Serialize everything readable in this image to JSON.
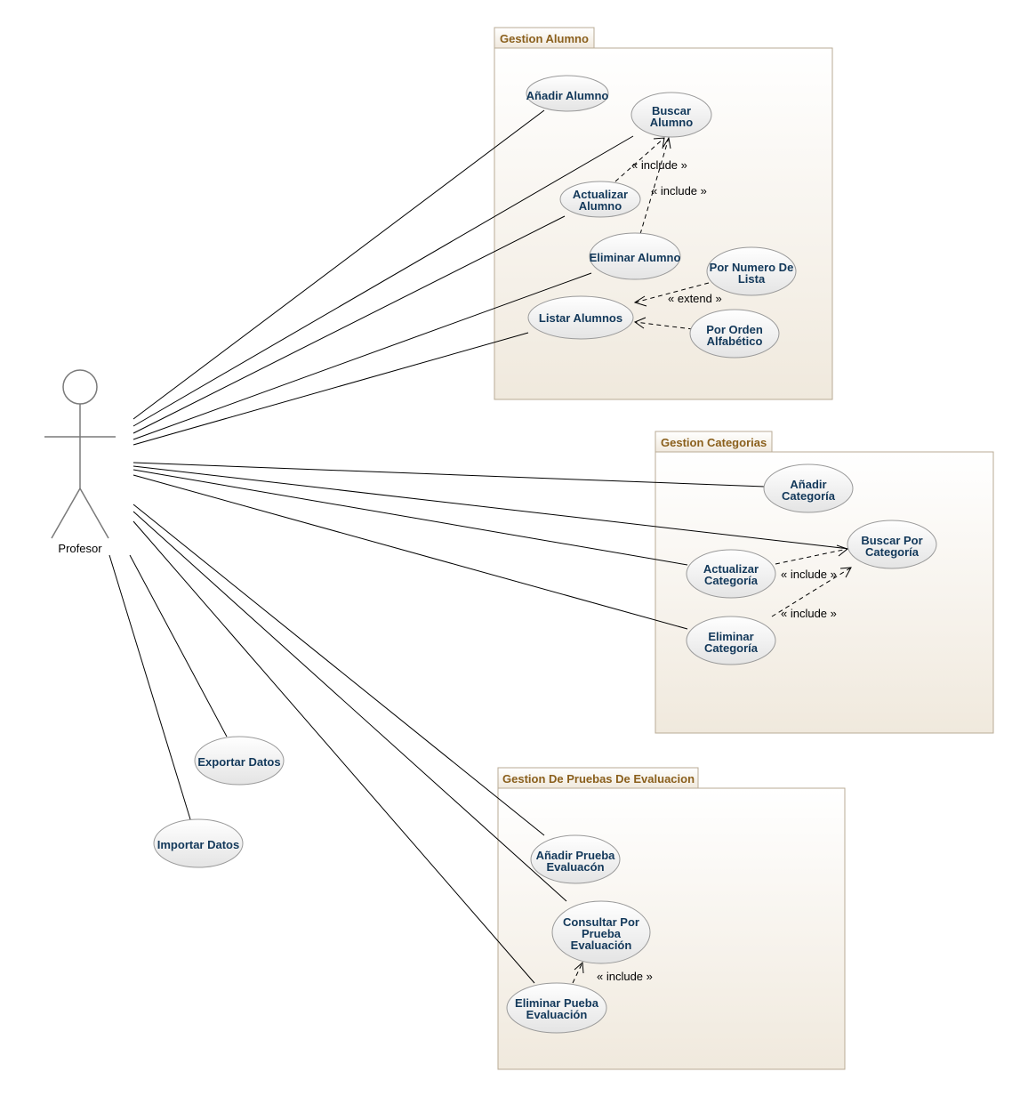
{
  "actor": {
    "name": "Profesor"
  },
  "packages": {
    "alumno": {
      "title": "Gestion Alumno"
    },
    "categorias": {
      "title": "Gestion Categorias"
    },
    "pruebas": {
      "title": "Gestion De Pruebas De Evaluacion"
    }
  },
  "use_cases": {
    "anadir_alumno": [
      "Añadir Alumno"
    ],
    "buscar_alumno": [
      "Buscar",
      "Alumno"
    ],
    "actualizar_alumno": [
      "Actualizar",
      "Alumno"
    ],
    "eliminar_alumno": [
      "Eliminar Alumno"
    ],
    "listar_alumnos": [
      "Listar Alumnos"
    ],
    "por_numero_lista": [
      "Por Numero De",
      "Lista"
    ],
    "por_orden_alfabetico": [
      "Por Orden",
      "Alfabético"
    ],
    "anadir_categoria": [
      "Añadir",
      "Categoría"
    ],
    "buscar_por_categoria": [
      "Buscar Por",
      "Categoría"
    ],
    "actualizar_categoria": [
      "Actualizar",
      "Categoría"
    ],
    "eliminar_categoria": [
      "Eliminar",
      "Categoría"
    ],
    "exportar_datos": [
      "Exportar Datos"
    ],
    "importar_datos": [
      "Importar Datos"
    ],
    "anadir_prueba": [
      "Añadir Prueba",
      "Evaluacón"
    ],
    "consultar_prueba": [
      "Consultar Por",
      "Prueba",
      "Evaluación"
    ],
    "eliminar_prueba": [
      "Eliminar Pueba",
      "Evaluación"
    ]
  },
  "relations": {
    "include": "« include »",
    "extend": "« extend »"
  },
  "colors": {
    "package_border": "#b9ab95",
    "package_title": "#8a5f1c",
    "use_case_text": "#12385a",
    "use_case_border": "#9a9a9a"
  }
}
